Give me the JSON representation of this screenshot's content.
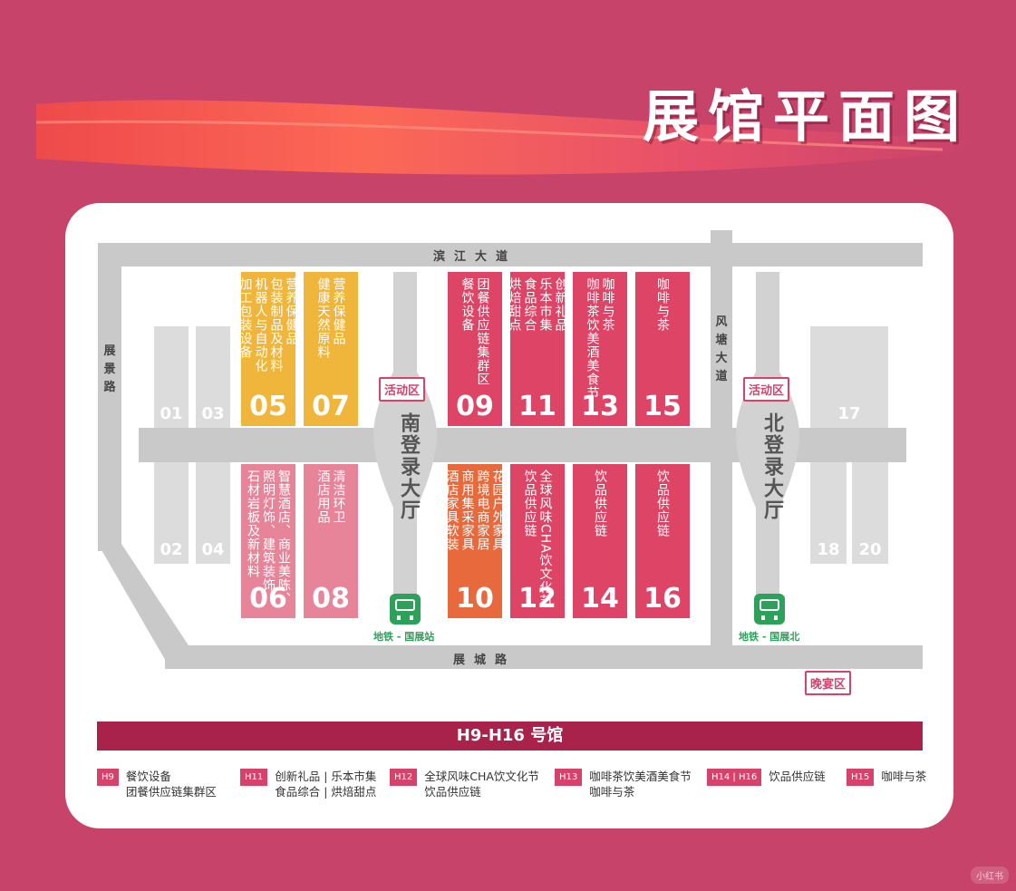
{
  "title": "展馆平面图",
  "roads": {
    "top": "滨江大道",
    "bottom": "展城路",
    "left": "展景路",
    "middle": "风塘大道"
  },
  "halls_colored": [
    {
      "id": "05",
      "color": "#f0b63c",
      "desc": "营养保健品\n包装制品及材料\n机器人与自动化\n加工包装设备"
    },
    {
      "id": "07",
      "color": "#f0b63c",
      "desc": "营养保健品\n健康天然原料"
    },
    {
      "id": "09",
      "color": "#dd4466",
      "desc": "团餐供应链集群区\n餐饮设备"
    },
    {
      "id": "11",
      "color": "#dd4466",
      "desc": "创新礼品\n乐本市集\n食品综合\n烘焙甜点"
    },
    {
      "id": "13",
      "color": "#dd4466",
      "desc": "咖啡与茶\n咖啡茶饮美酒美食节"
    },
    {
      "id": "15",
      "color": "#dd4466",
      "desc": "咖啡与茶"
    },
    {
      "id": "06",
      "color": "#e8849a",
      "desc": "智慧酒店、商业美陈、\n照明灯饰、建筑装饰、\n石材岩板及新材料"
    },
    {
      "id": "08",
      "color": "#e8849a",
      "desc": "清洁环卫\n酒店用品"
    },
    {
      "id": "10",
      "color": "#e8693c",
      "desc": "花园户外家具\n跨境电商家居\n商用集采家具\n酒店家具软装"
    },
    {
      "id": "12",
      "color": "#dd4466",
      "desc": "全球风味CHA饮文化节\n饮品供应链"
    },
    {
      "id": "14",
      "color": "#dd4466",
      "desc": "饮品供应链"
    },
    {
      "id": "16",
      "color": "#dd4466",
      "desc": "饮品供应链"
    }
  ],
  "halls_gray": {
    "h01": "01",
    "h03": "03",
    "h02": "02",
    "h04": "04",
    "h17": "17",
    "h18": "18",
    "h20": "20"
  },
  "lobbies": {
    "south": "南登录大厅",
    "north": "北登录大厅"
  },
  "events": {
    "south": "活动区",
    "north": "活动区",
    "banquet": "晚宴区"
  },
  "metro": {
    "south": "地铁 - 国展站",
    "north": "地铁 - 国展北"
  },
  "banner": "H9-H16 号馆",
  "legend": [
    {
      "tag": "H9",
      "text": "餐饮设备\n团餐供应链集群区"
    },
    {
      "tag": "H11",
      "text": "创新礼品 | 乐本市集\n食品综合 | 烘焙甜点"
    },
    {
      "tag": "H12",
      "text": "全球风味CHA饮文化节\n饮品供应链"
    },
    {
      "tag": "H13",
      "text": "咖啡茶饮美酒美食节\n咖啡与茶"
    },
    {
      "tag": "H14 | H16",
      "text": "饮品供应链"
    },
    {
      "tag": "H15",
      "text": "咖啡与茶"
    }
  ],
  "colors": {
    "background": "#c8436a",
    "accent": "#d6426a",
    "banner": "#a9224c",
    "road": "#c9c9c9"
  }
}
